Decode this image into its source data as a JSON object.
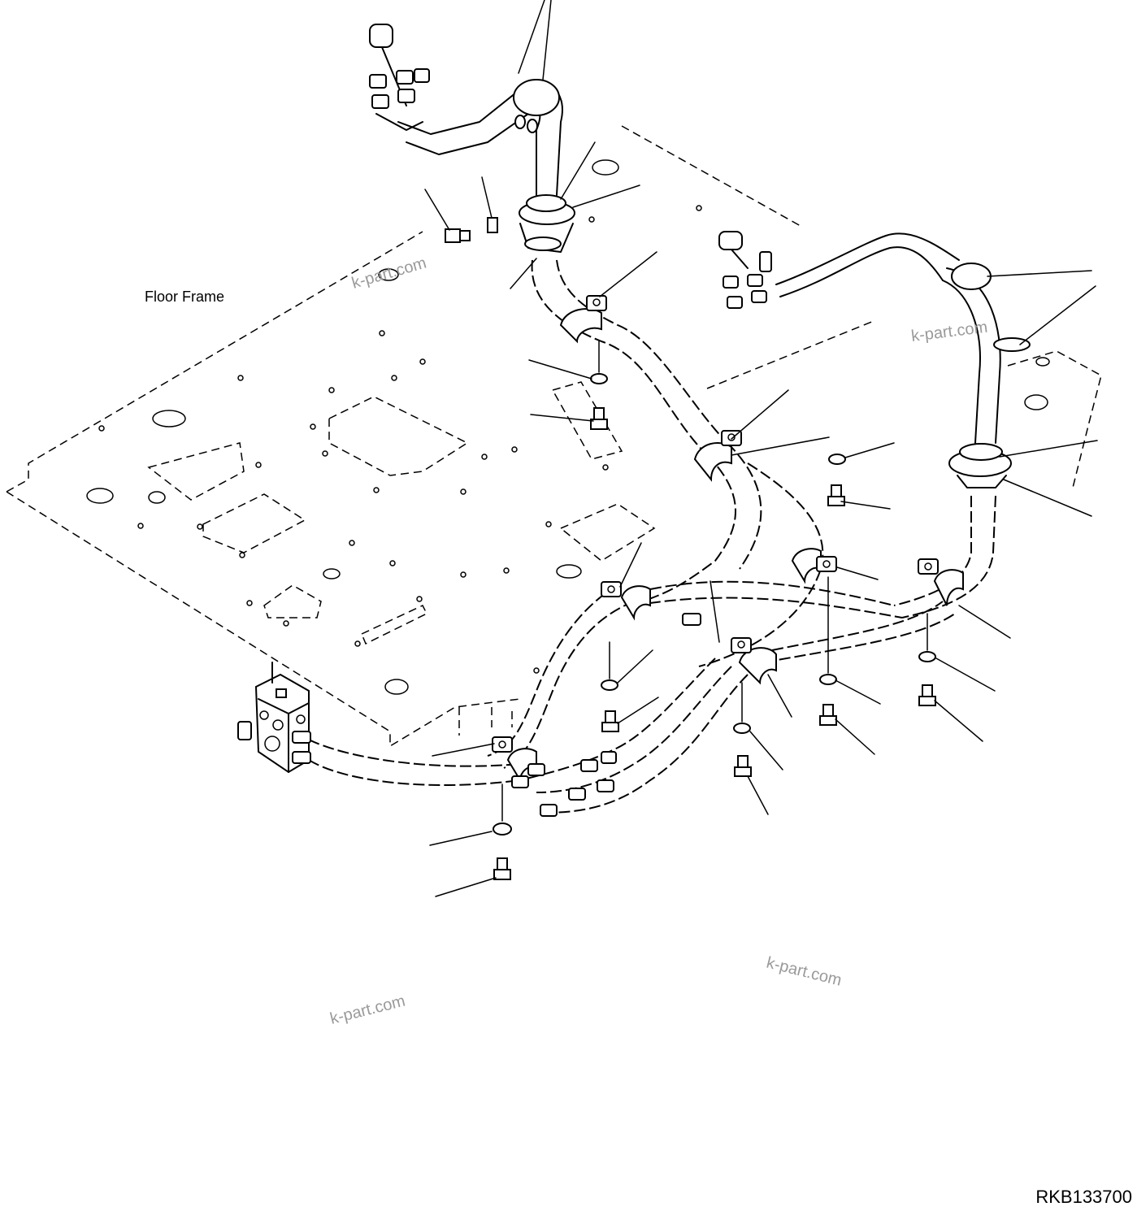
{
  "labels": {
    "floor_frame": "Floor Frame"
  },
  "watermark": "k-part.com",
  "drawing_code": "RKB133700"
}
